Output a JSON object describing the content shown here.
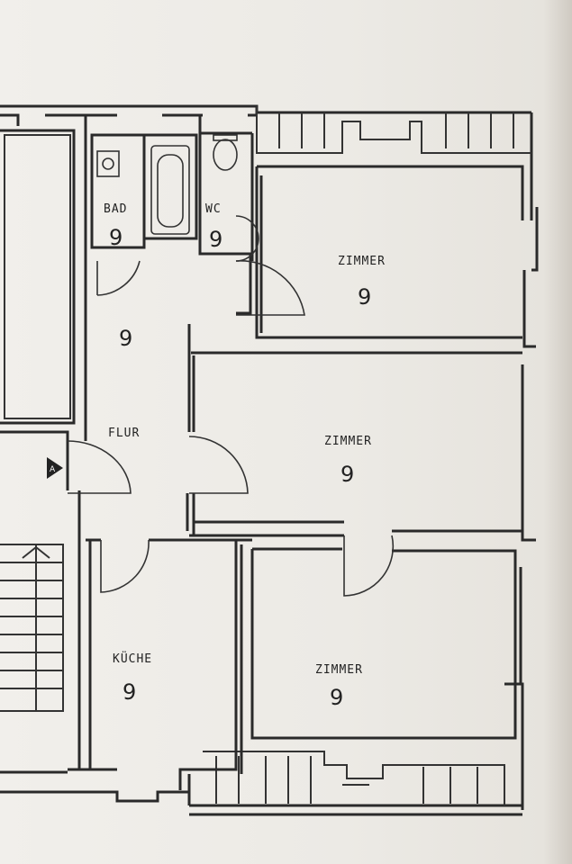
{
  "rooms": [
    {
      "id": "bad",
      "label": "BAD",
      "number": "9"
    },
    {
      "id": "wc",
      "label": "WC",
      "number": "9"
    },
    {
      "id": "zimmer1",
      "label": "ZIMMER",
      "number": "9"
    },
    {
      "id": "flur-upper",
      "label": "",
      "number": "9"
    },
    {
      "id": "flur",
      "label": "FLUR",
      "number": ""
    },
    {
      "id": "zimmer2",
      "label": "ZIMMER",
      "number": "9"
    },
    {
      "id": "kueche",
      "label": "KÜCHE",
      "number": "9"
    },
    {
      "id": "zimmer3",
      "label": "ZIMMER",
      "number": "9"
    }
  ],
  "entrance_marker": "entrance-arrow-icon"
}
